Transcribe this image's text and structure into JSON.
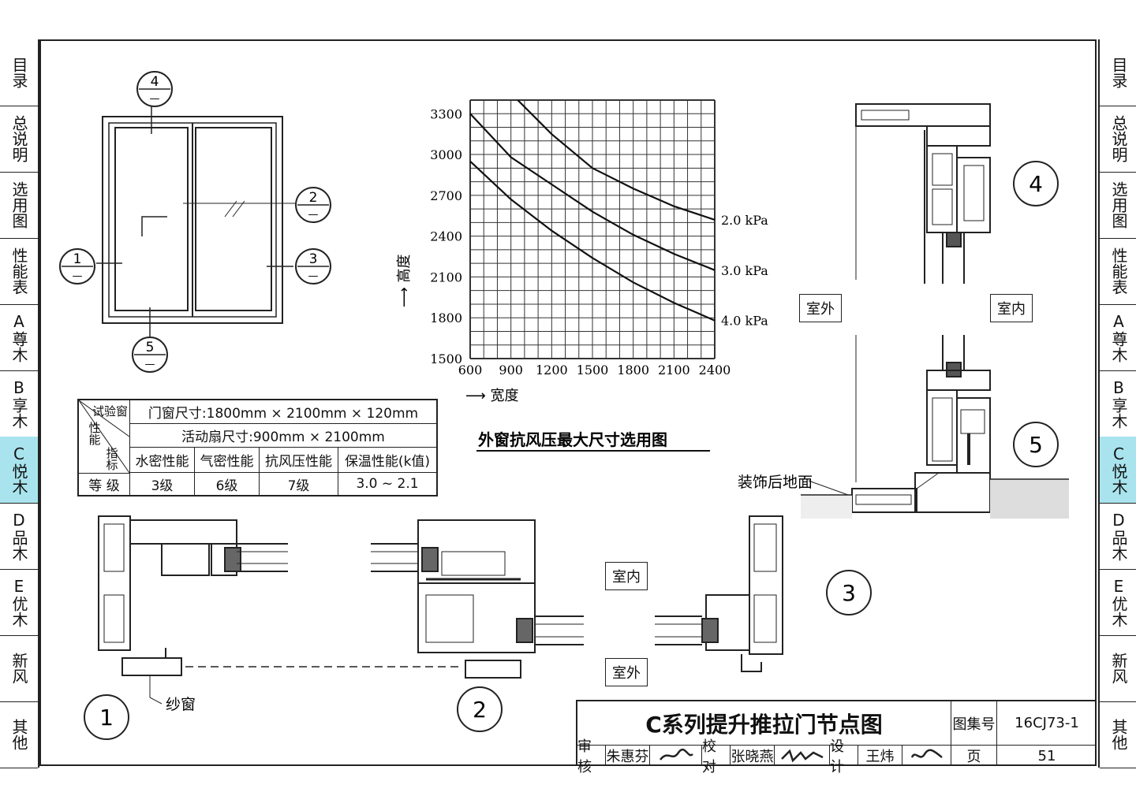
{
  "tabs_left": [
    {
      "label": "目录",
      "h": 84
    },
    {
      "label": "总说明",
      "h": 84
    },
    {
      "label": "选用图",
      "h": 84
    },
    {
      "label": "性能表",
      "h": 84
    },
    {
      "label": "A尊木",
      "h": 84
    },
    {
      "label": "B享木",
      "h": 84
    },
    {
      "label": "C悦木",
      "h": 84,
      "active": true
    },
    {
      "label": "D品木",
      "h": 84
    },
    {
      "label": "E优木",
      "h": 84
    },
    {
      "label": "新风",
      "h": 84
    },
    {
      "label": "其他",
      "h": 84
    }
  ],
  "elevation": {
    "markers": [
      {
        "num": "4",
        "sub": "—"
      },
      {
        "num": "2",
        "sub": "—"
      },
      {
        "num": "1",
        "sub": "—"
      },
      {
        "num": "3",
        "sub": "—"
      },
      {
        "num": "5",
        "sub": "—"
      }
    ]
  },
  "chart_data": {
    "type": "line",
    "title": "外窗抗风压最大尺寸选用图",
    "xlabel": "宽度",
    "ylabel": "高度",
    "xlim": [
      600,
      2400
    ],
    "ylim": [
      1500,
      3300
    ],
    "xticks": [
      600,
      900,
      1200,
      1500,
      1800,
      2100,
      2400
    ],
    "yticks": [
      1500,
      1800,
      2100,
      2400,
      2700,
      3000,
      3300
    ],
    "grid": true,
    "series": [
      {
        "name": "2.0 kPa",
        "x": [
          950,
          1200,
          1500,
          1800,
          2100,
          2400
        ],
        "y": [
          3450,
          3150,
          2900,
          2750,
          2620,
          2520
        ]
      },
      {
        "name": "3.0 kPa",
        "x": [
          600,
          900,
          1200,
          1500,
          1800,
          2100,
          2400
        ],
        "y": [
          3300,
          2980,
          2780,
          2580,
          2410,
          2270,
          2150
        ]
      },
      {
        "name": "4.0 kPa",
        "x": [
          600,
          900,
          1200,
          1500,
          1800,
          2100,
          2400
        ],
        "y": [
          2950,
          2670,
          2440,
          2240,
          2060,
          1910,
          1780
        ]
      }
    ]
  },
  "perf_table": {
    "diag_top": "试验窗",
    "diag_mid": "性能",
    "diag_bot": "指标",
    "row1": "门窗尺寸:1800mm × 2100mm × 120mm",
    "row2": "活动扇尺寸:900mm × 2100mm",
    "headers": [
      "水密性能",
      "气密性能",
      "抗风压性能",
      "保温性能(k值)"
    ],
    "grade_label": "等 级",
    "values": [
      "3级",
      "6级",
      "7级",
      "3.0 ~ 2.1"
    ]
  },
  "labels": {
    "outdoor": "室外",
    "indoor": "室内",
    "floor": "装饰后地面",
    "screen": "纱窗",
    "detail_nums": [
      "1",
      "2",
      "3",
      "4",
      "5"
    ]
  },
  "title_block": {
    "title": "C系列提升推拉门节点图",
    "atlas_label": "图集号",
    "atlas_no": "16CJ73-1",
    "review_label": "审核",
    "reviewer": "朱惠芬",
    "check_label": "校对",
    "checker": "张晓燕",
    "design_label": "设计",
    "designer": "王炜",
    "page_label": "页",
    "page_no": "51"
  }
}
